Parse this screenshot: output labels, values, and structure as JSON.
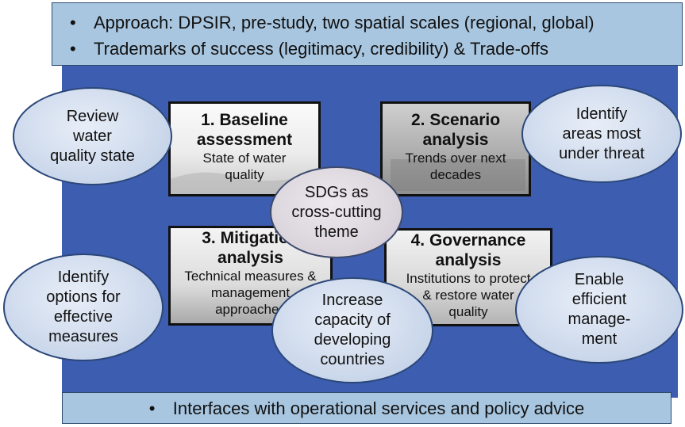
{
  "top_banner": {
    "bullets": [
      "Approach: DPSIR, pre-study, two spatial scales (regional, global)",
      "Trademarks of success (legitimacy, credibility) & Trade-offs"
    ]
  },
  "boxes": {
    "baseline": {
      "title": "1. Baseline\nassessment",
      "subtitle": "State of water\nquality"
    },
    "scenario": {
      "title": "2. Scenario\nanalysis",
      "subtitle": "Trends over next\ndecades"
    },
    "mitigation": {
      "title": "3. Mitigation\nanalysis",
      "subtitle": "Technical measures &\nmanagement\napproaches"
    },
    "governance": {
      "title": "4. Governance\nanalysis",
      "subtitle": "Institutions to protect\n& restore water\nquality"
    }
  },
  "ellipses": {
    "review": "Review\nwater\nquality state",
    "identify_areas": "Identify\nareas most\nunder threat",
    "sdgs": "SDGs as\ncross-cutting\ntheme",
    "identify_options": "Identify\noptions for\neffective\nmeasures",
    "capacity": "Increase\ncapacity of\ndeveloping\ncountries",
    "enable": "Enable\nefficient\nmanage-\nment"
  },
  "bottom_banner": {
    "bullets": [
      "Interfaces with operational services and policy advice"
    ]
  },
  "colors": {
    "panel": "#3d5db0",
    "banner": "#a8c6e0",
    "ellipse_blue": "#c9d6ea",
    "ellipse_gray": "#d9d2da"
  }
}
